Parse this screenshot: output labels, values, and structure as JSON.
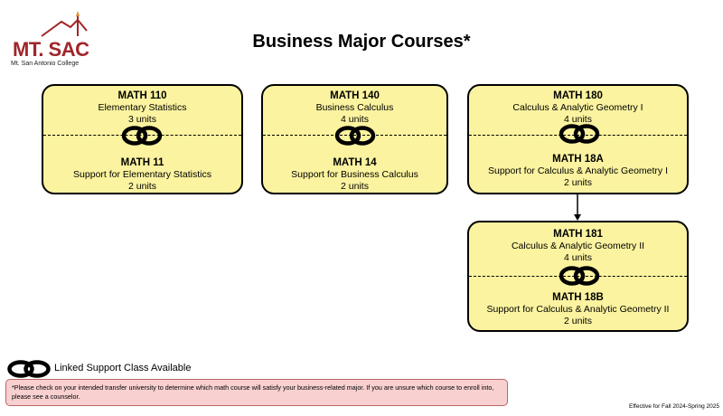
{
  "logo": {
    "wordmark": "MT. SAC",
    "subtitle": "Mt. San Antonio College"
  },
  "title": "Business Major Courses*",
  "cards": [
    {
      "top": {
        "code": "MATH 110",
        "name": "Elementary Statistics",
        "units": "3 units"
      },
      "bottom": {
        "code": "MATH 11",
        "name": "Support for Elementary Statistics",
        "units": "2 units"
      }
    },
    {
      "top": {
        "code": "MATH 140",
        "name": "Business Calculus",
        "units": "4 units"
      },
      "bottom": {
        "code": "MATH 14",
        "name": "Support for Business Calculus",
        "units": "2 units"
      }
    },
    {
      "top": {
        "code": "MATH 180",
        "name": "Calculus & Analytic Geometry I",
        "units": "4 units"
      },
      "bottom": {
        "code": "MATH 18A",
        "name": "Support for Calculus & Analytic Geometry I",
        "units": "2 units"
      }
    },
    {
      "top": {
        "code": "MATH 181",
        "name": "Calculus & Analytic Geometry II",
        "units": "4 units"
      },
      "bottom": {
        "code": "MATH 18B",
        "name": "Support for Calculus & Analytic Geometry II",
        "units": "2 units"
      }
    }
  ],
  "legend": {
    "label": "Linked Support Class Available",
    "icon": "chain-link-icon"
  },
  "notice": "*Please check on your intended transfer university to determine which math course will satisfy your business-related major. If you are unsure which course to enroll into, please see a counselor.",
  "effective": "Effective for Fall 2024-Spring 2025",
  "colors": {
    "card_fill": "#fbf39f",
    "notice_fill": "#f8d0d0",
    "logo_red": "#a0262a"
  }
}
